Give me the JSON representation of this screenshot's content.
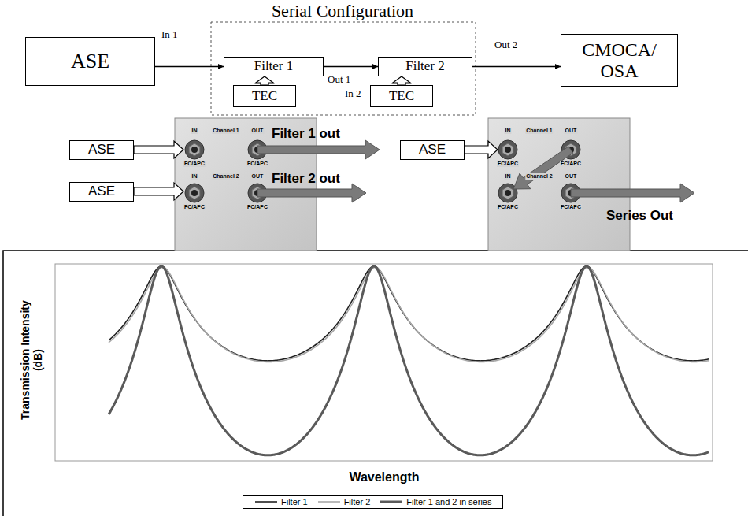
{
  "diagram": {
    "title": "Serial Configuration",
    "nodes": [
      {
        "text": [
          "ASE"
        ]
      },
      {
        "text": [
          "Filter 1"
        ]
      },
      {
        "text": [
          "TEC"
        ]
      },
      {
        "text": [
          "Filter 2"
        ]
      },
      {
        "text": [
          "TEC"
        ]
      },
      {
        "text": [
          "CMOCA/ OSA"
        ]
      },
      {
        "text": [
          "ASE"
        ]
      },
      {
        "text": [
          "ASE"
        ]
      },
      {
        "text": [
          "ASE"
        ]
      }
    ],
    "edges": [
      {
        "from": 0,
        "to": 1,
        "arrow": "to"
      },
      {
        "from": 1,
        "to": 3,
        "arrow": "to"
      },
      {
        "from": 3,
        "to": 5,
        "arrow": "to"
      },
      {
        "from": 2,
        "to": 1,
        "arrow": "to"
      },
      {
        "from": 4,
        "to": 3,
        "arrow": "to"
      }
    ],
    "labels": [
      "In 1",
      "Out 1",
      "In 2",
      "Out 2",
      "Filter 1 out",
      "Filter 2 out",
      "Series Out",
      "IN",
      "Channel 1",
      "OUT",
      "FC/APC",
      "FC/APC",
      "IN",
      "Channel 2",
      "OUT",
      "FC/APC",
      "FC/APC",
      "IN",
      "Channel 1",
      "OUT",
      "FC/APC",
      "FC/APC",
      "IN",
      "Channel 2",
      "OUT",
      "FC/APC",
      "FC/APC",
      "Transmission Intensity (dB)",
      "Wavelength"
    ],
    "legend": [
      {
        "text": "Filter 1"
      },
      {
        "text": "Filter 2"
      },
      {
        "text": "Filter 1 and 2 in series"
      }
    ]
  }
}
